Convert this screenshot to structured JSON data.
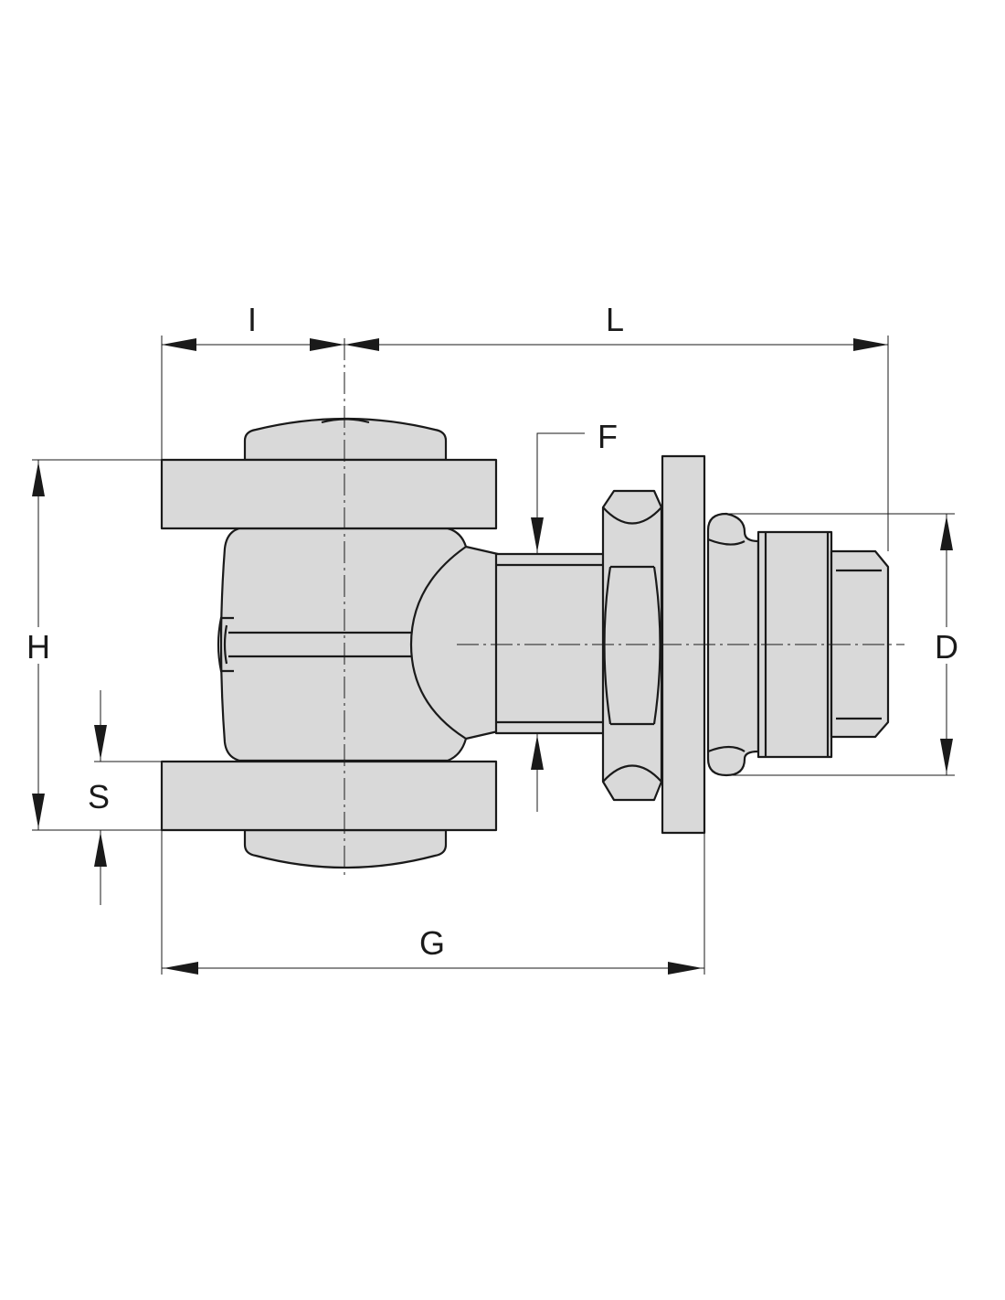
{
  "labels": {
    "I": "I",
    "L": "L",
    "F": "F",
    "H": "H",
    "D": "D",
    "S": "S",
    "G": "G"
  },
  "colors": {
    "part_fill": "#d9d9d9",
    "line": "#1a1a1a",
    "background": "#ffffff"
  }
}
